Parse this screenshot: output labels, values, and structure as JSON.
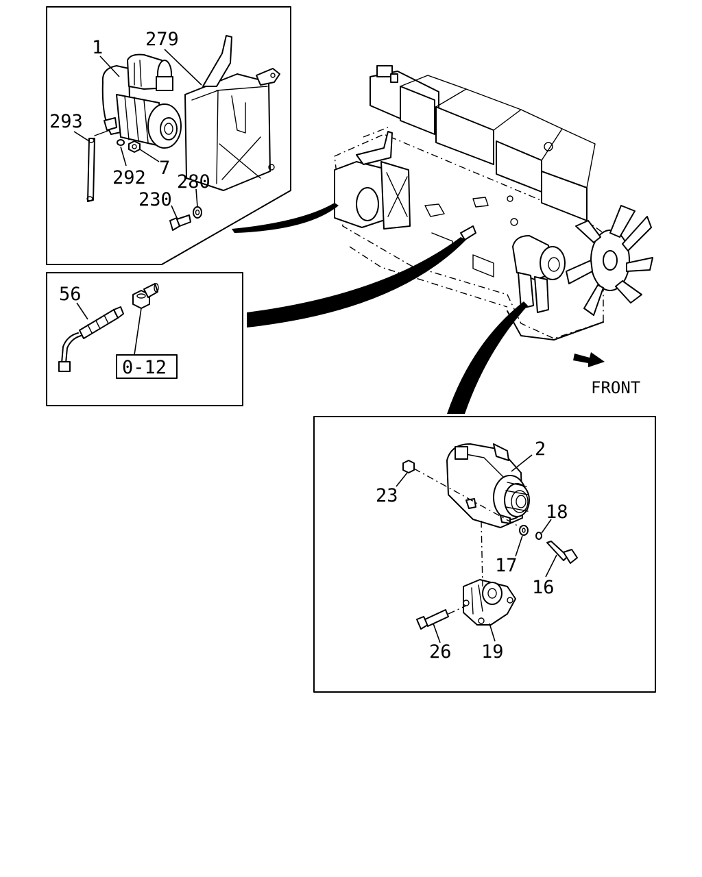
{
  "direction_label": "FRONT",
  "reference_box": "0-12",
  "callouts": {
    "p1": "1",
    "p279": "279",
    "p293": "293",
    "p292": "292",
    "p7": "7",
    "p280": "280",
    "p230": "230",
    "p56": "56",
    "p2": "2",
    "p23": "23",
    "p18": "18",
    "p17": "17",
    "p16": "16",
    "p26": "26",
    "p19": "19"
  }
}
